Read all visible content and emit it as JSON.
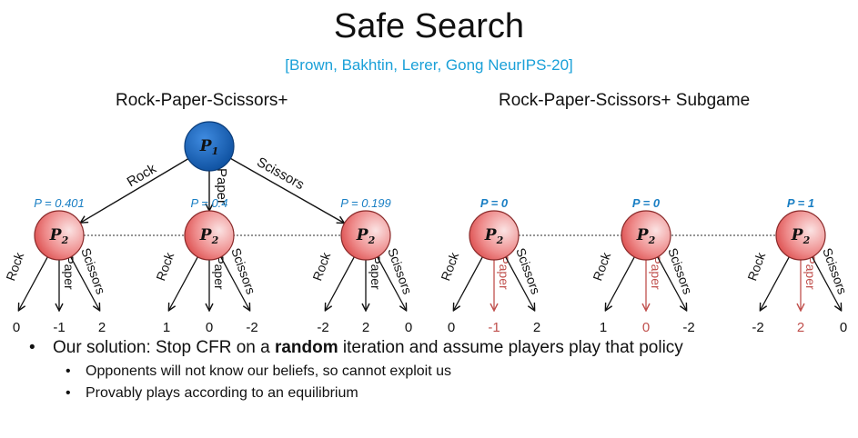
{
  "title": "Safe Search",
  "citation": "[Brown, Bakhtin, Lerer, Gong NeurIPS-20]",
  "left_diagram": {
    "heading": "Rock-Paper-Scissors+",
    "root_player": "P1",
    "root_actions": [
      "Rock",
      "Paper",
      "Scissors"
    ],
    "nodes": [
      {
        "player": "P2",
        "belief": "P = 0.401",
        "actions": [
          "Rock",
          "Paper",
          "Scissors"
        ],
        "payoffs": [
          "0",
          "-1",
          "2"
        ]
      },
      {
        "player": "P2",
        "belief": "P = 0.4",
        "actions": [
          "Rock",
          "Paper",
          "Scissors"
        ],
        "payoffs": [
          "1",
          "0",
          "-2"
        ]
      },
      {
        "player": "P2",
        "belief": "P = 0.199",
        "actions": [
          "Rock",
          "Paper",
          "Scissors"
        ],
        "payoffs": [
          "-2",
          "2",
          "0"
        ]
      }
    ]
  },
  "right_diagram": {
    "heading": "Rock-Paper-Scissors+ Subgame",
    "nodes": [
      {
        "player": "P2",
        "belief": "P = 0",
        "actions": [
          "Rock",
          "Paper",
          "Scissors"
        ],
        "payoffs": [
          "0",
          "-1",
          "2"
        ]
      },
      {
        "player": "P2",
        "belief": "P = 0",
        "actions": [
          "Rock",
          "Paper",
          "Scissors"
        ],
        "payoffs": [
          "1",
          "0",
          "-2"
        ]
      },
      {
        "player": "P2",
        "belief": "P = 1",
        "actions": [
          "Rock",
          "Paper",
          "Scissors"
        ],
        "payoffs": [
          "-2",
          "2",
          "0"
        ]
      }
    ],
    "highlight_action": "Paper"
  },
  "colors": {
    "p1_fill": "#1565c0",
    "p2_fill": "#e35858",
    "belief_text": "#1a7fc4",
    "highlight": "#c0504d",
    "citation": "#1aa0d8"
  },
  "bullets": {
    "main_prefix": "Our solution: Stop CFR on a ",
    "main_bold": "random",
    "main_suffix": " iteration and assume players play that policy",
    "sub": [
      "Opponents will not know our beliefs, so cannot exploit us",
      "Provably plays according to an equilibrium"
    ]
  }
}
